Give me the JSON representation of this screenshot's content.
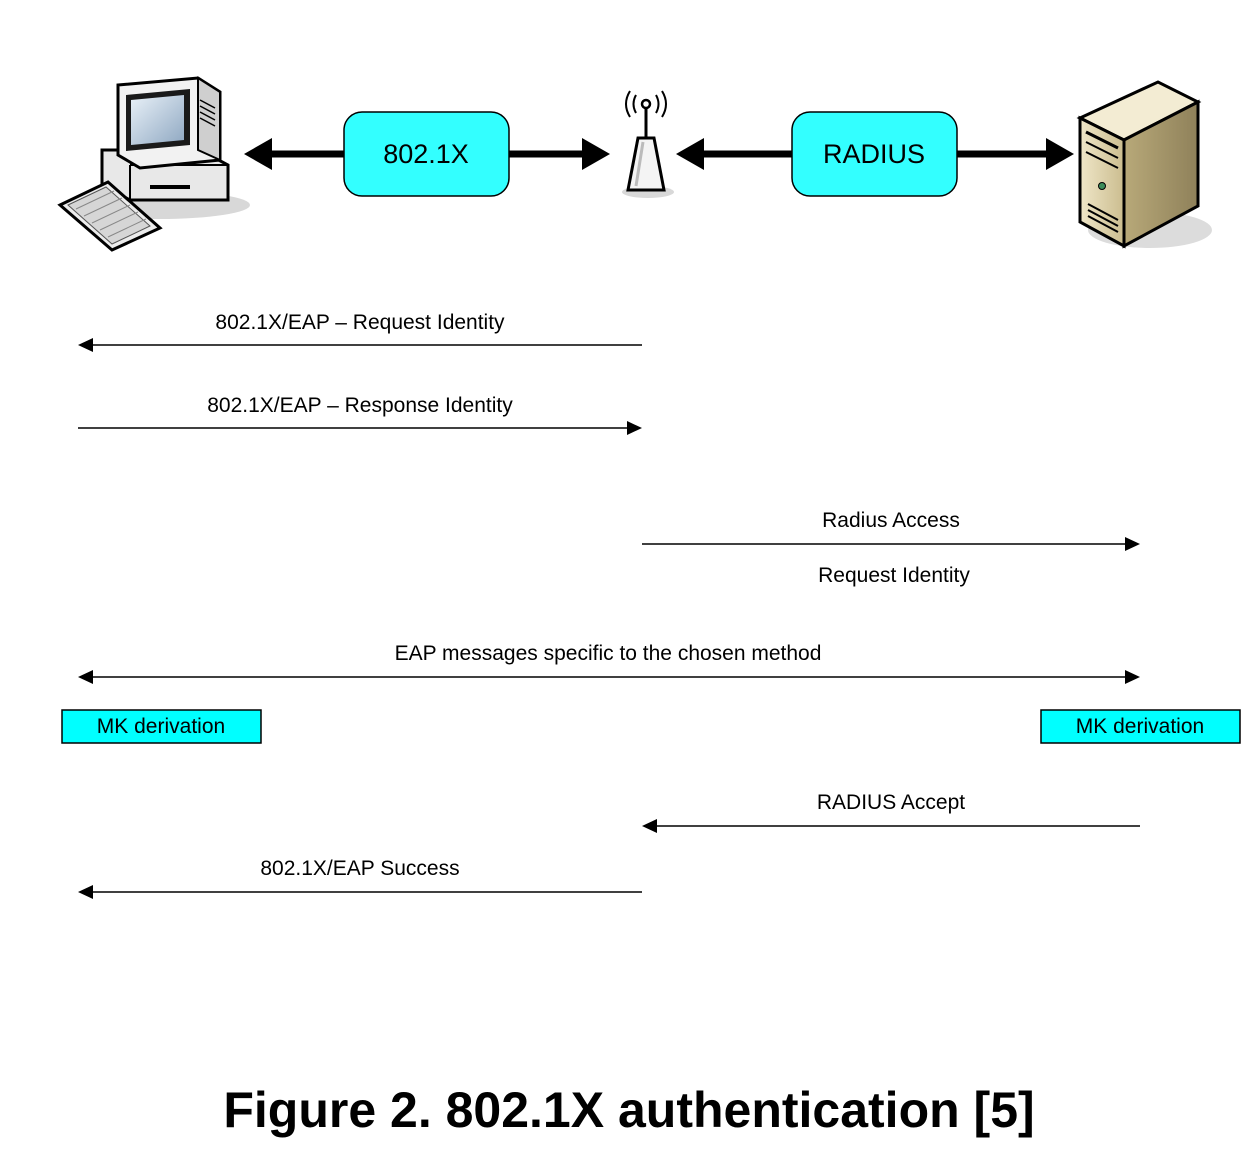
{
  "protocols": {
    "left": "802.1X",
    "right": "RADIUS"
  },
  "messages": {
    "request_identity": "802.1X/EAP – Request Identity",
    "response_identity": "802.1X/EAP – Response Identity",
    "radius_access_line1": "Radius Access",
    "radius_access_line2": "Request Identity",
    "eap_messages": "EAP messages specific to the chosen method",
    "radius_accept": "RADIUS Accept",
    "eap_success": "802.1X/EAP Success"
  },
  "derivation": {
    "left": "MK derivation",
    "right": "MK derivation"
  },
  "caption": "Figure 2. 802.1X authentication [5]",
  "colors": {
    "box_fill": "#00ffff",
    "proto_fill": "#33ffff"
  },
  "icons": {
    "client": "desktop-computer-icon",
    "access_point": "wireless-access-point-icon",
    "server": "server-tower-icon"
  }
}
